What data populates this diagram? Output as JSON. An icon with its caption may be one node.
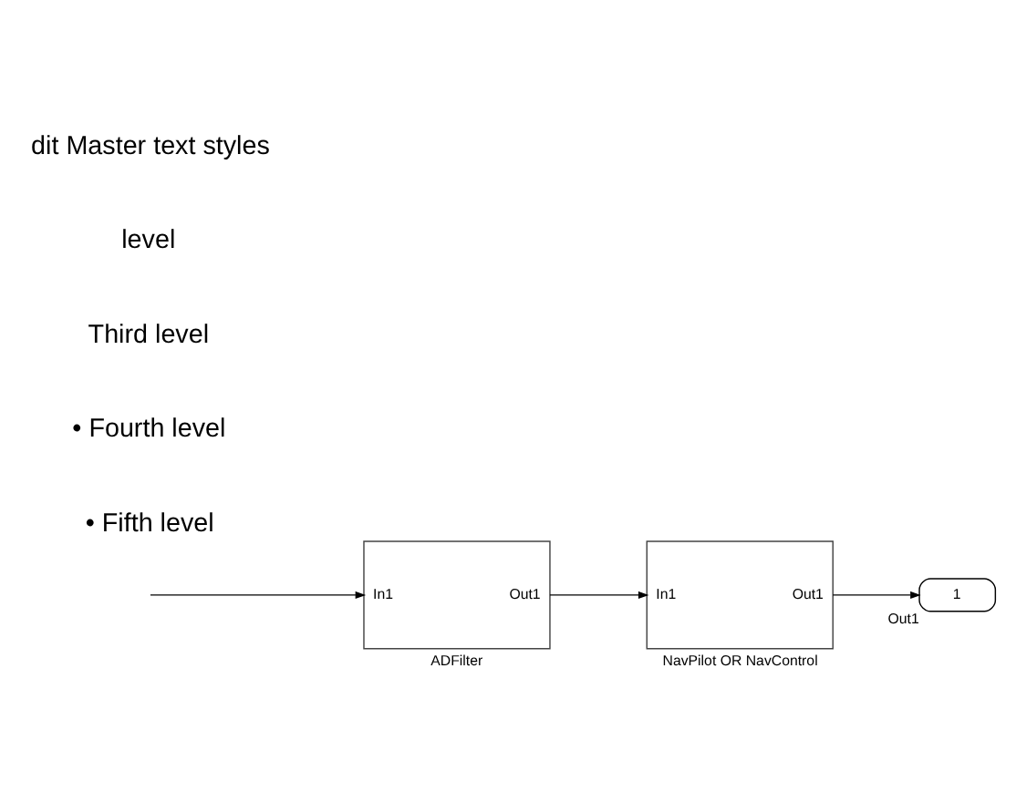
{
  "diagram": {
    "nodes": [
      {
        "text": [
          "In1",
          "Out1",
          "ADFilter"
        ]
      },
      {
        "text": [
          "In1",
          "Out1",
          "NavPilot OR NavControl"
        ]
      },
      {
        "text": [
          "1"
        ],
        "beside": [
          "Out1"
        ]
      }
    ],
    "edges": [
      {
        "from": null,
        "to": 0,
        "arrow": "to"
      },
      {
        "from": 0,
        "to": 1,
        "arrow": "to"
      },
      {
        "from": 1,
        "to": 2,
        "arrow": "to"
      }
    ],
    "labels": [
      "dit Master text styles",
      "level",
      "Third level",
      "• Fourth level",
      "• Fifth level"
    ]
  }
}
